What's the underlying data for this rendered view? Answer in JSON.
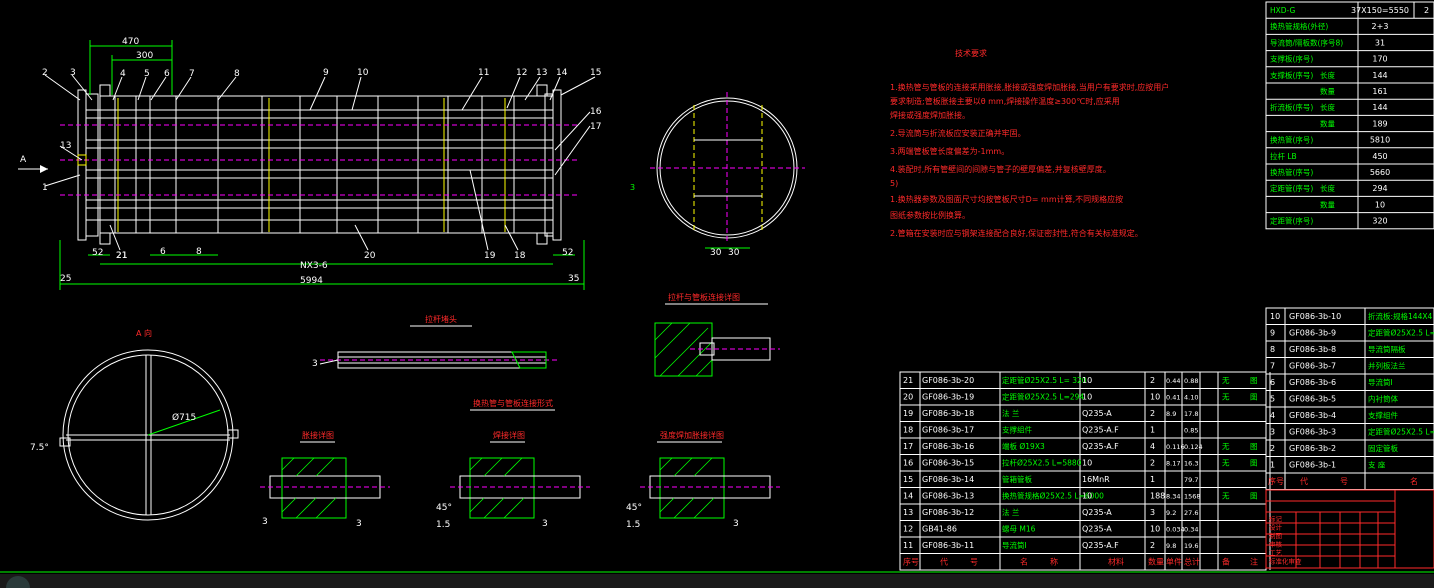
{
  "dims": {
    "d470": "470",
    "d300": "300",
    "d52a": "52",
    "d21": "21",
    "d6": "6",
    "d8": "8",
    "dnx": "NX3-6",
    "d52b": "52",
    "d25": "25",
    "d35": "35",
    "d5994": "5994",
    "d30a": "30",
    "d30b": "30"
  },
  "balloons_top": [
    "2",
    "3",
    "4",
    "5",
    "6",
    "7",
    "8",
    "9",
    "10",
    "11",
    "12",
    "13",
    "14",
    "15"
  ],
  "balloons_right": [
    "16",
    "17"
  ],
  "balloons_left": [
    "13",
    "1"
  ],
  "balloons_bottom": [
    "21",
    "20",
    "19",
    "18"
  ],
  "view_arrow_label": "A",
  "tech_title": "技术要求",
  "tech_lines": [
    "1.换热管与管板的连接采用胀接,胀接或强度焊加胀接,当用户有要求时,应按用户",
    "  要求制造;管板胀接主要以θ mm,焊接操作温度≥300℃时,应采用",
    "  焊接或强度焊加胀接。",
    "2.导流筒与折流板应安装正确并牢固。",
    "3.两端管板管长度偏差为-1mm。",
    "4.装配时,所有管壁间的间隙与管子的壁厚偏差,并复核壁厚度。",
    "5)",
    "1.换热器参数及图面尺寸均按管板尺寸D=    mm计算,不同规格应按",
    "  图纸参数按比例换算。",
    "2.管箱在安装时应与钢架连接配合良好,保证密封性,符合有关标准规定。"
  ],
  "view_a_title": "A 向",
  "view_a_dims": {
    "phi": "Ø715",
    "ang": "7.5°"
  },
  "detail_plug_title": "拉杆堵头",
  "detail_plug_tag": "3",
  "detail_rod_title": "拉杆与管板连接详图",
  "detail_joint_title": "换热管与管板连接形式",
  "detail_a_title": "胀接详图",
  "detail_b_title": "焊接详图",
  "detail_c_title": "强度焊加胀接详图",
  "detail_dims": {
    "a3l": "3",
    "a3r": "3",
    "b45": "45°",
    "b15": "1.5",
    "b3": "3",
    "c45": "45°",
    "c15": "1.5",
    "c3": "3"
  },
  "section_tag": "3",
  "params": [
    [
      "HXD-G",
      "37X150=5550",
      "2"
    ],
    [
      "换热管规格(外径)",
      "2+3",
      ""
    ],
    [
      "导流筒/隔板数(序号8)",
      "31",
      ""
    ],
    [
      "支撑板(序号)",
      "170",
      ""
    ],
    [
      "支撑板(序号)|长度",
      "144",
      ""
    ],
    [
      "|数量",
      "161",
      ""
    ],
    [
      "折流板(序号)|长度",
      "144",
      ""
    ],
    [
      "|数量",
      "189",
      ""
    ],
    [
      "换热管(序号)",
      "5810",
      ""
    ],
    [
      "拉杆 LB",
      "450",
      ""
    ],
    [
      "换热管(序号)",
      "5660",
      ""
    ],
    [
      "定距管(序号)|长度",
      "294",
      ""
    ],
    [
      "|数量",
      "10",
      ""
    ],
    [
      "定距管(序号)",
      "320",
      ""
    ]
  ],
  "bom_left_header": [
    "序号",
    "代",
    "号",
    "名",
    "称",
    "数量",
    "材料",
    "单件",
    "总计",
    "备",
    "注"
  ],
  "bom_left": [
    [
      "21",
      "GF086-3b-20",
      "定距管Ø25X2.5 L= 320",
      "10",
      "2",
      "0.44",
      "0.88",
      "无",
      "图"
    ],
    [
      "20",
      "GF086-3b-19",
      "定距管Ø25X2.5 L=294",
      "10",
      "10",
      "0.41",
      "4.10",
      "无",
      "图"
    ],
    [
      "19",
      "GF086-3b-18",
      "法 兰",
      "Q235-A",
      "2",
      "8.9",
      "17.8",
      "",
      ""
    ],
    [
      "18",
      "GF086-3b-17",
      "支撑组件",
      "Q235-A.F",
      "1",
      "",
      "0.85",
      "",
      ""
    ],
    [
      "17",
      "GF086-3b-16",
      "端板 Ø19X3",
      "Q235-A.F",
      "4",
      "0.116",
      "0.124",
      "无",
      "图"
    ],
    [
      "16",
      "GF086-3b-15",
      "拉杆Ø25X2.5 L=5880",
      "10",
      "2",
      "8.17",
      "16.3",
      "无",
      "图"
    ],
    [
      "15",
      "GF086-3b-14",
      "管箱管板",
      "16MnR",
      "1",
      "",
      "79.7",
      "",
      ""
    ],
    [
      "14",
      "GF086-3b-13",
      "换热管规格Ø25X2.5 L=6000",
      "10",
      "188",
      "8.34",
      "1568",
      "无",
      "图"
    ],
    [
      "13",
      "GF086-3b-12",
      "法 兰",
      "Q235-A",
      "3",
      "9.2",
      "27.6",
      "",
      ""
    ],
    [
      "12",
      "GB41-86",
      "螺母 M16",
      "Q235-A",
      "10",
      "0.034",
      "0.34",
      "",
      ""
    ],
    [
      "11",
      "GF086-3b-11",
      "导流筒I",
      "Q235-A.F",
      "2",
      "9.8",
      "19.6",
      "",
      ""
    ]
  ],
  "bom_right": [
    [
      "10",
      "GF086-3b-10",
      "折流板:规格144X4",
      "",
      ""
    ],
    [
      "9",
      "GF086-3b-9",
      "定距管Ø25X2.5 L=",
      ""
    ],
    [
      "8",
      "GF086-3b-8",
      "导流筒隔板",
      ""
    ],
    [
      "7",
      "GF086-3b-7",
      "并列板法兰",
      ""
    ],
    [
      "6",
      "GF086-3b-6",
      "导流筒I",
      ""
    ],
    [
      "5",
      "GF086-3b-5",
      "内衬筒体",
      ""
    ],
    [
      "4",
      "GF086-3b-4",
      "支撑组件",
      ""
    ],
    [
      "3",
      "GF086-3b-3",
      "定距管Ø25X2.5 L=",
      ""
    ],
    [
      "2",
      "GF086-3b-2",
      "固定管板",
      ""
    ],
    [
      "1",
      "GF086-3b-1",
      "支 座",
      ""
    ]
  ],
  "bom_right_header": [
    "序号",
    "代",
    "号",
    "名"
  ],
  "title_block_rows": [
    "标记",
    "设计",
    "制图",
    "审核",
    "工艺",
    "标准化审查"
  ]
}
